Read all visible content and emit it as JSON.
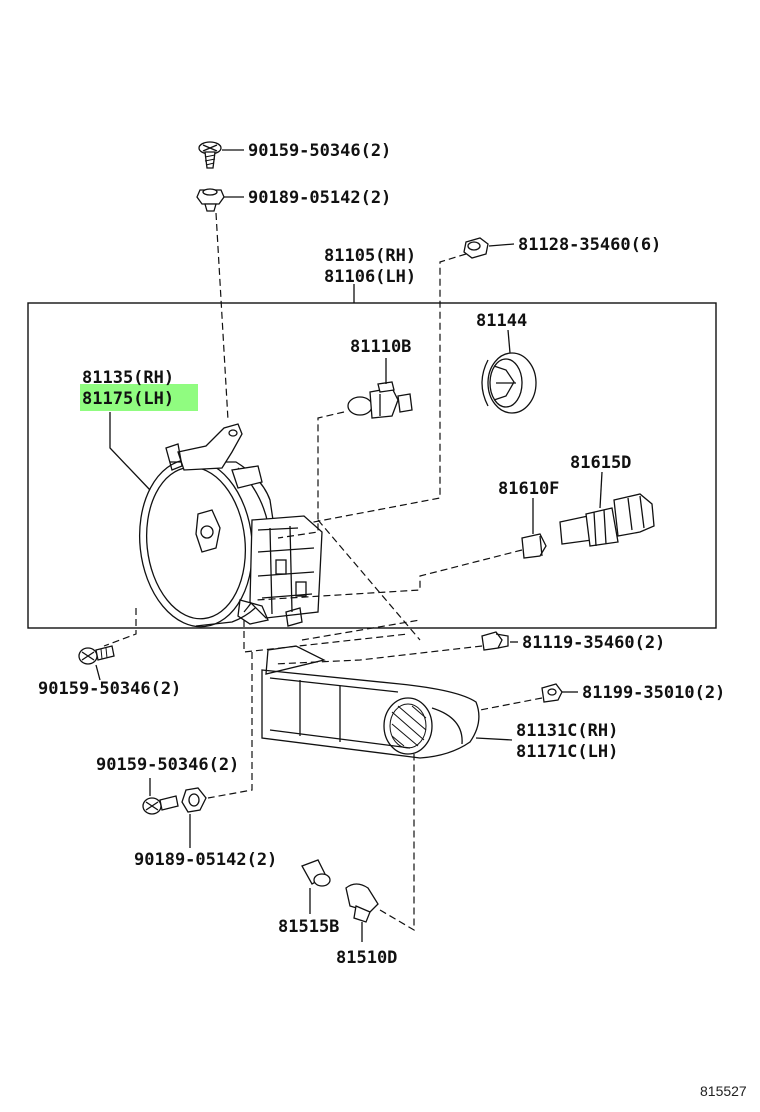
{
  "diagram": {
    "reference_code": "815527",
    "highlight_color": "#7CFC6A",
    "box": {
      "content": "headlamp unit assembly"
    },
    "parts": [
      {
        "id": "p1",
        "text": "90159-50346(2)"
      },
      {
        "id": "p2",
        "text": "90189-05142(2)"
      },
      {
        "id": "p3_rh",
        "text": "81105(RH)"
      },
      {
        "id": "p3_lh",
        "text": "81106(LH)"
      },
      {
        "id": "p4",
        "text": "81128-35460(6)"
      },
      {
        "id": "p5",
        "text": "81144"
      },
      {
        "id": "p6",
        "text": "81110B"
      },
      {
        "id": "p7_rh",
        "text": "81135(RH)"
      },
      {
        "id": "p7_lh",
        "text": "81175(LH)",
        "highlighted": true
      },
      {
        "id": "p8",
        "text": "81615D"
      },
      {
        "id": "p9",
        "text": "81610F"
      },
      {
        "id": "p10",
        "text": "90159-50346(2)"
      },
      {
        "id": "p11",
        "text": "81119-35460(2)"
      },
      {
        "id": "p12",
        "text": "81199-35010(2)"
      },
      {
        "id": "p13_rh",
        "text": "81131C(RH)"
      },
      {
        "id": "p13_lh",
        "text": "81171C(LH)"
      },
      {
        "id": "p14",
        "text": "90159-50346(2)"
      },
      {
        "id": "p15",
        "text": "90189-05142(2)"
      },
      {
        "id": "p16",
        "text": "81515B"
      },
      {
        "id": "p17",
        "text": "81510D"
      }
    ]
  }
}
